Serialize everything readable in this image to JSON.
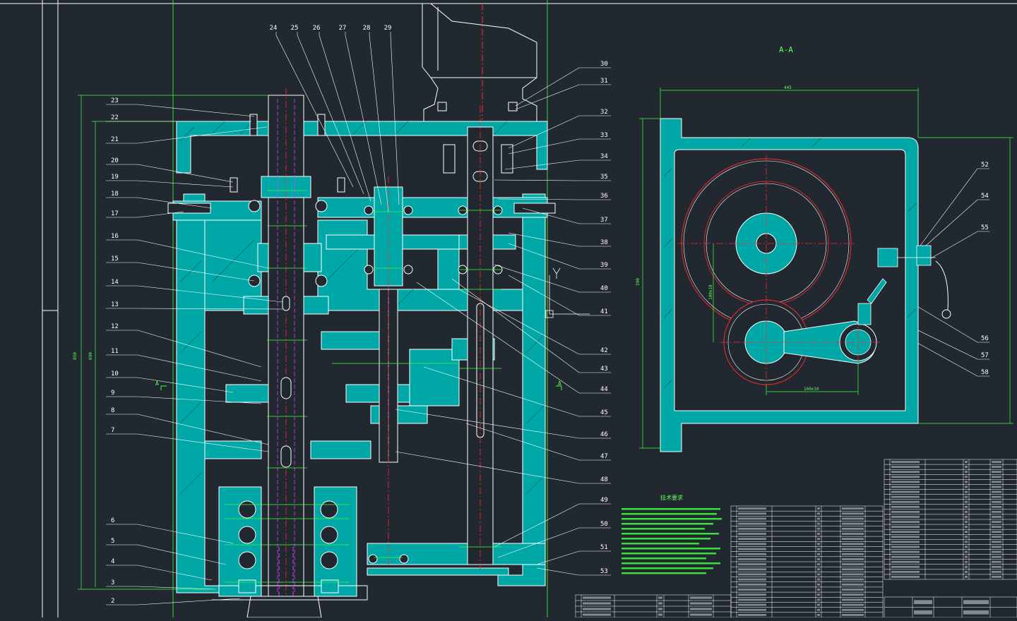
{
  "colors": {
    "background": "#212830",
    "outline": "#ffffff",
    "hatch": "#00a7a7",
    "dimension": "#3cff3c",
    "centerline": "#ff2a2a",
    "hidden": "#d63cff",
    "gear_circle": "#d62a2a"
  },
  "section_view": {
    "title": "A-A",
    "cut_markers": [
      "A",
      "A"
    ]
  },
  "part_numbers": {
    "left": [
      "23",
      "22",
      "21",
      "20",
      "19",
      "18",
      "17",
      "16",
      "15",
      "14",
      "13",
      "12",
      "11",
      "10",
      "9",
      "8",
      "7",
      "6",
      "5",
      "4",
      "3",
      "2"
    ],
    "top": [
      "24",
      "25",
      "26",
      "27",
      "28",
      "29"
    ],
    "right": [
      "30",
      "31",
      "32",
      "33",
      "34",
      "35",
      "36",
      "37",
      "38",
      "39",
      "40",
      "41",
      "42",
      "43",
      "44",
      "45",
      "46",
      "47",
      "48",
      "49",
      "50",
      "51",
      "53"
    ],
    "section": [
      "52",
      "54",
      "55",
      "56",
      "57",
      "58"
    ]
  },
  "dimension_labels": {
    "overall_height": "850",
    "inner_height": "690",
    "section_width": "445",
    "section_height": "390",
    "center_distance": "160±10",
    "gear_offset": "100±10"
  },
  "notes": {
    "title": "技术要求"
  }
}
